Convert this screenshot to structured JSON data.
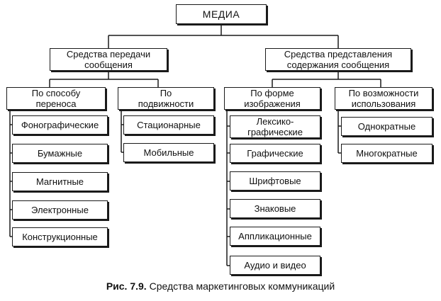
{
  "root": {
    "label": "МЕДИА"
  },
  "groups": {
    "transfer": {
      "label": "Средства передачи\nсообщения"
    },
    "presentation": {
      "label": "Средства представления\nсодержания сообщения"
    }
  },
  "subgroups": {
    "by_carrier": {
      "label": "По способу\nпереноса"
    },
    "by_mobility": {
      "label": "По\nподвижности"
    },
    "by_form": {
      "label": "По форме\nизображения"
    },
    "by_usage": {
      "label": "По возможности\nиспользования"
    }
  },
  "leaves": {
    "by_carrier": [
      "Фонографические",
      "Бумажные",
      "Магнитные",
      "Электронные",
      "Конструкционные"
    ],
    "by_mobility": [
      "Стационарные",
      "Мобильные"
    ],
    "by_form": [
      "Лексико-\nграфические",
      "Графические",
      "Шрифтовые",
      "Знаковые",
      "Аппликационные",
      "Аудио и видео"
    ],
    "by_usage": [
      "Однократные",
      "Многократные"
    ]
  },
  "caption": {
    "number": "Рис. 7.9.",
    "text": " Средства маркетинговых коммуникаций"
  }
}
